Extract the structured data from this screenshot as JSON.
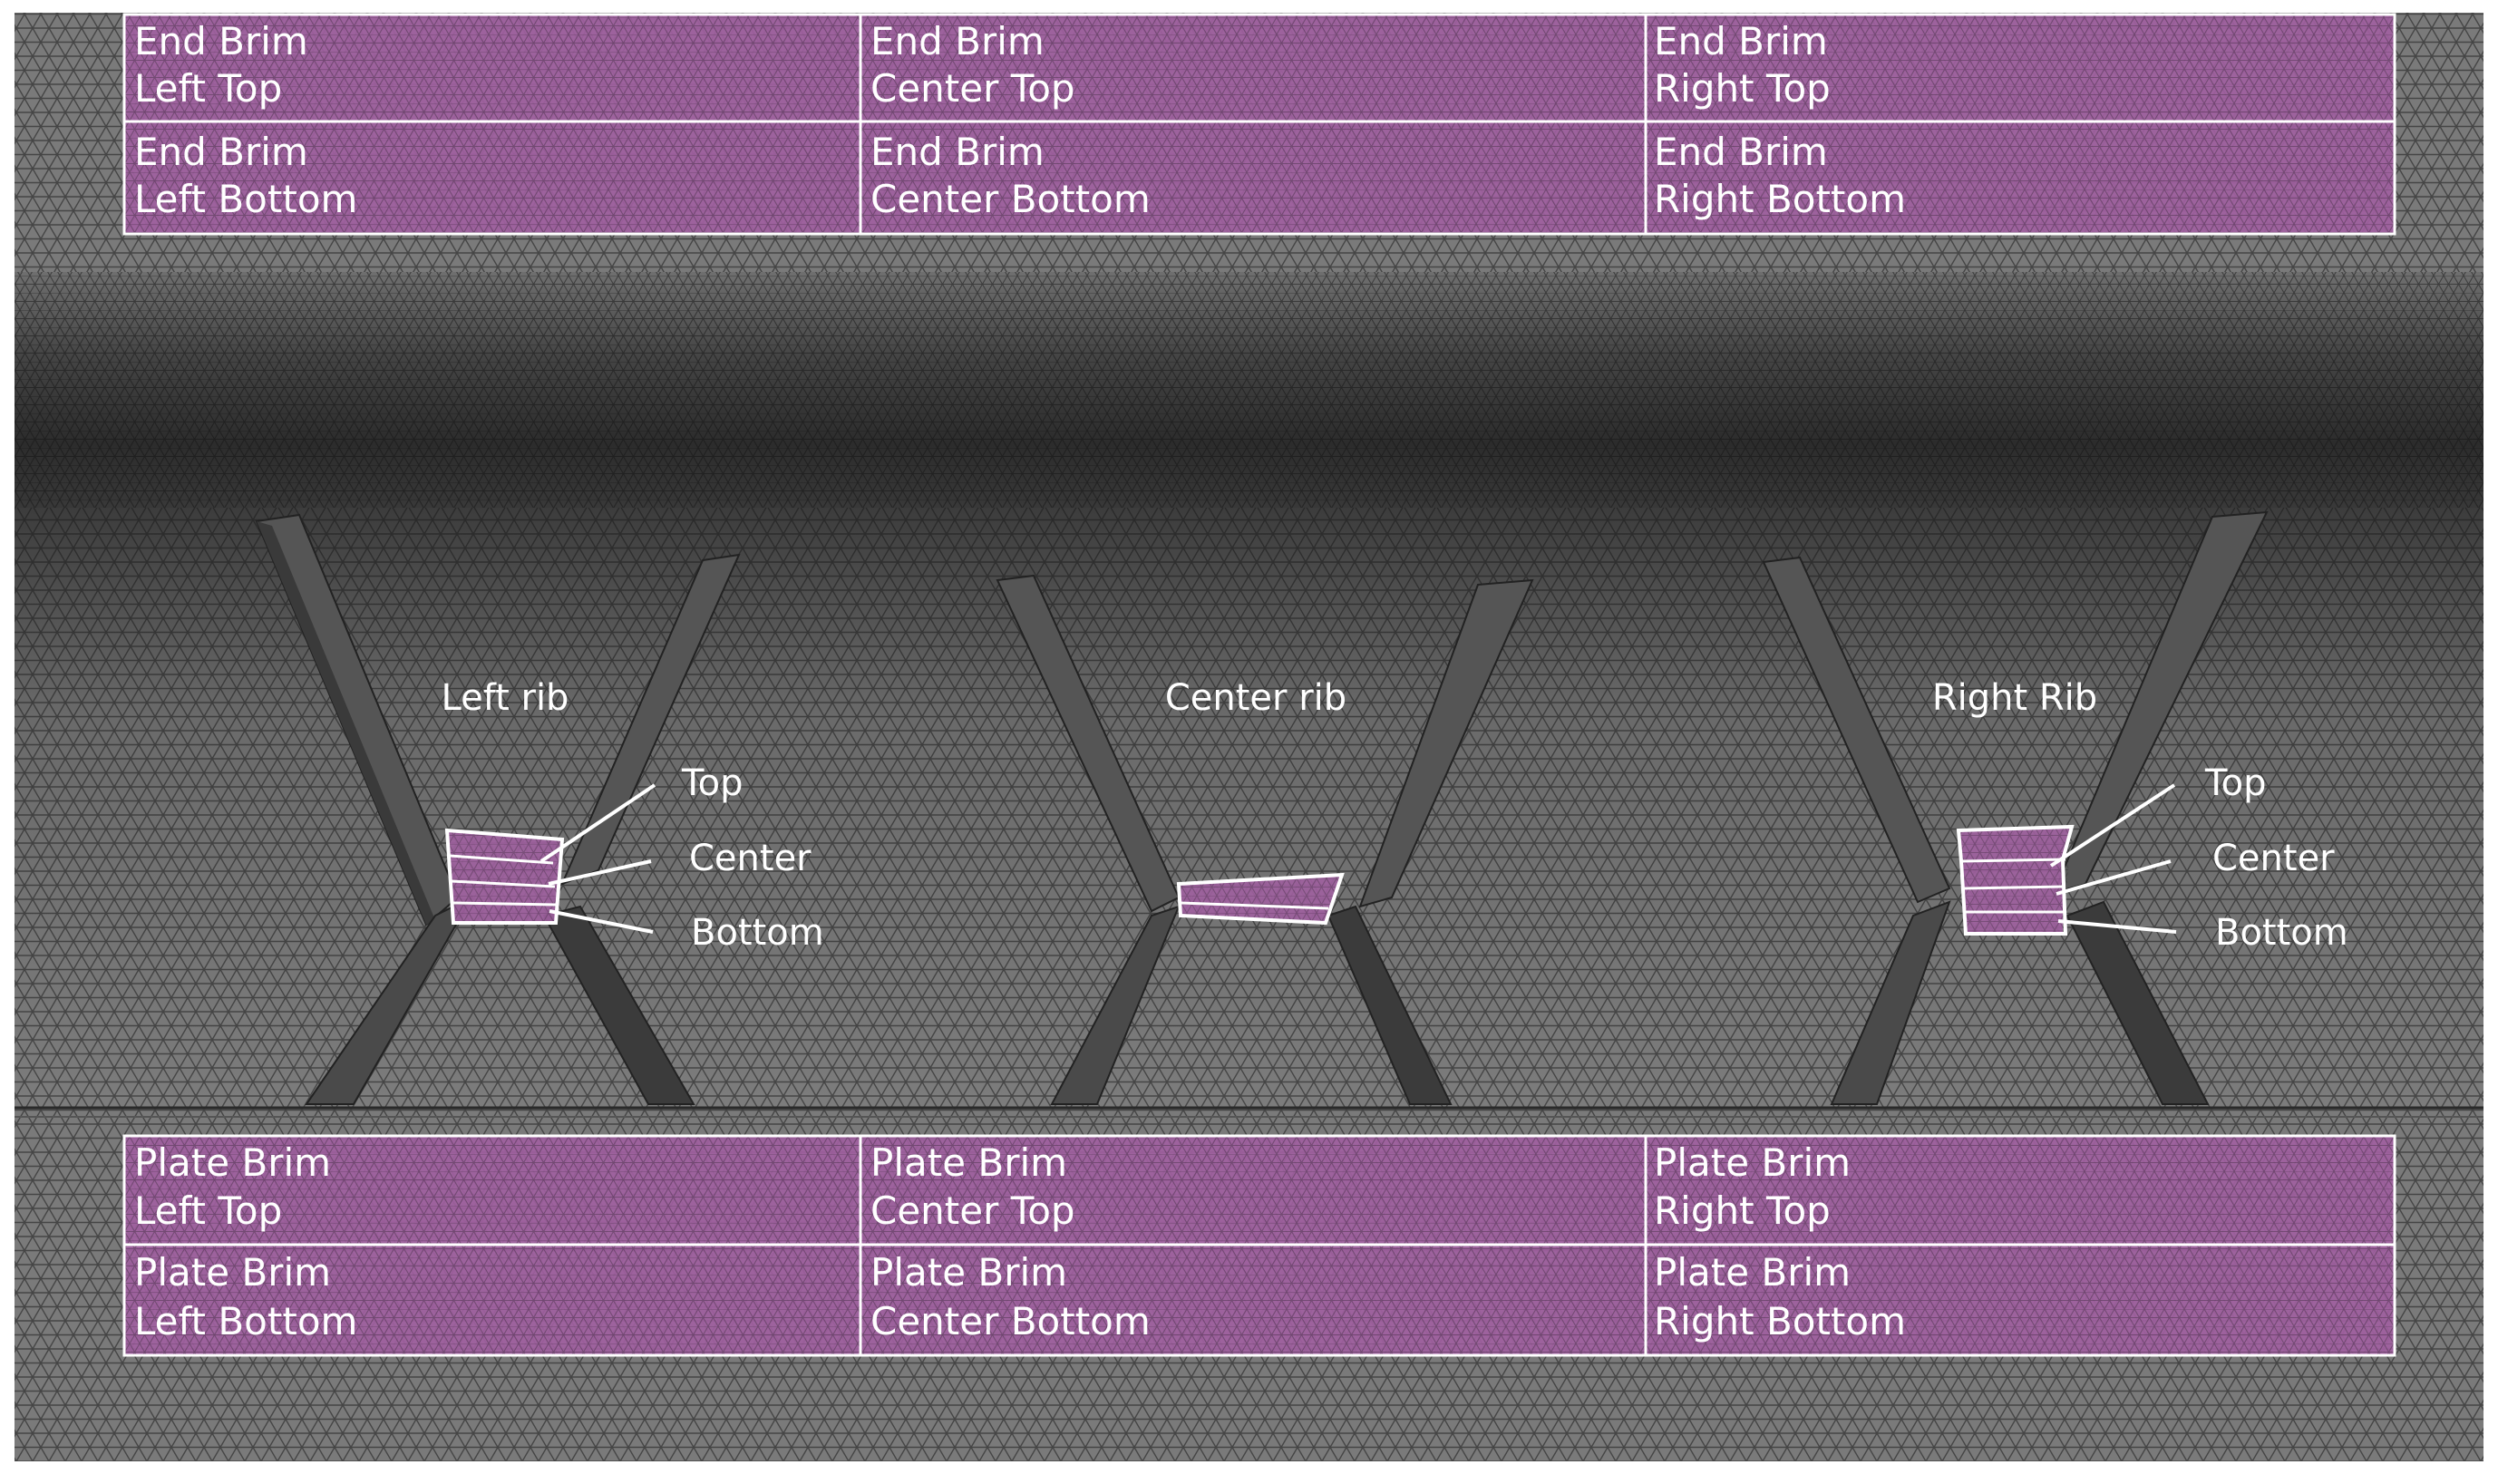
{
  "top_grid": {
    "cells": [
      {
        "line1": "End Brim",
        "line2": "Left Top"
      },
      {
        "line1": "End Brim",
        "line2": "Center Top"
      },
      {
        "line1": "End Brim",
        "line2": "Right Top"
      },
      {
        "line1": "End Brim",
        "line2": "Left Bottom"
      },
      {
        "line1": "End Brim",
        "line2": "Center Bottom"
      },
      {
        "line1": "End Brim",
        "line2": "Right Bottom"
      }
    ]
  },
  "bottom_grid": {
    "cells": [
      {
        "line1": "Plate Brim",
        "line2": "Left Top"
      },
      {
        "line1": "Plate Brim",
        "line2": "Center Top"
      },
      {
        "line1": "Plate Brim",
        "line2": "Right Top"
      },
      {
        "line1": "Plate Brim",
        "line2": "Left Bottom"
      },
      {
        "line1": "Plate Brim",
        "line2": "Center Bottom"
      },
      {
        "line1": "Plate Brim",
        "line2": "Right Bottom"
      }
    ]
  },
  "ribs": {
    "left": {
      "title": "Left rib",
      "top": "Top",
      "center": "Center",
      "bottom": "Bottom"
    },
    "center": {
      "title": "Center rib"
    },
    "right": {
      "title": "Right Rib",
      "top": "Top",
      "center": "Center",
      "bottom": "Bottom"
    }
  },
  "colors": {
    "mesh_light": "#7a7a7a",
    "mesh_dark": "#3a3a3a",
    "region_fill": "#a060a0",
    "outline": "#ffffff"
  }
}
